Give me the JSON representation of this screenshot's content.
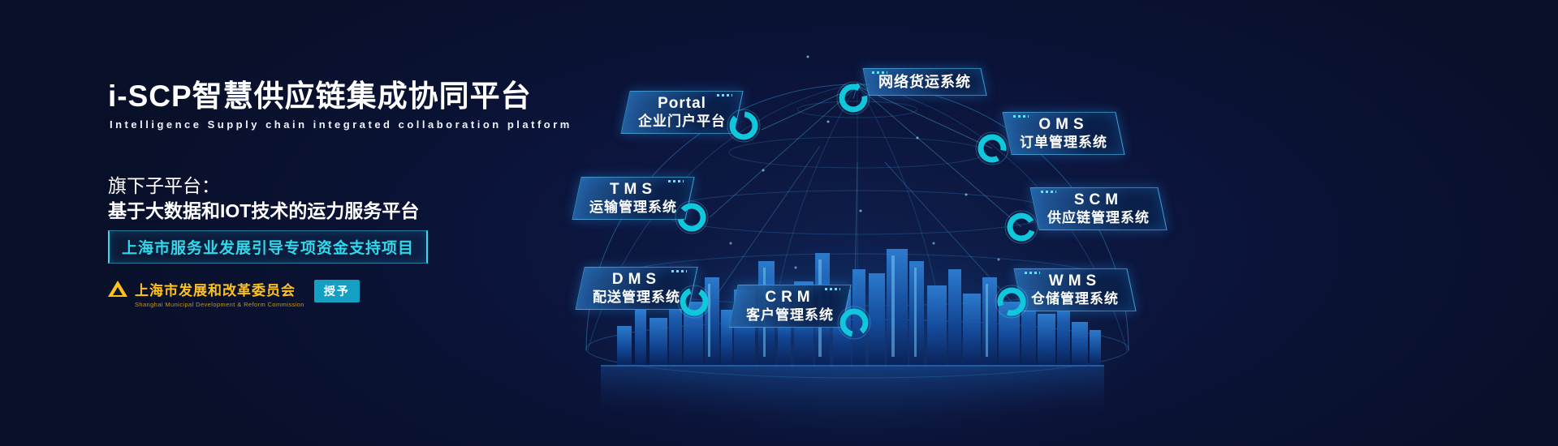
{
  "hero": {
    "title": "i-SCP智慧供应链集成协同平台",
    "subtitle": "Intelligence Supply chain integrated collaboration platform",
    "sub_platform_label": "旗下子平台：",
    "sub_platform_name": "基于大数据和IOT技术的运力服务平台",
    "project_badge": "上海市服务业发展引导专项资金支持项目",
    "issuer": {
      "name": "上海市发展和改革委员会",
      "name_en": "Shanghai Municipal Development & Reform Commission",
      "award_label": "授予"
    }
  },
  "network": {
    "nodes": [
      {
        "id": "portal",
        "line1": "Portal",
        "line2": "企业门户平台"
      },
      {
        "id": "freight",
        "line1": "",
        "line2": "网络货运系统"
      },
      {
        "id": "oms",
        "line1": "OMS",
        "line2": "订单管理系统"
      },
      {
        "id": "tms",
        "line1": "TMS",
        "line2": "运输管理系统"
      },
      {
        "id": "scm",
        "line1": "SCM",
        "line2": "供应链管理系统"
      },
      {
        "id": "dms",
        "line1": "DMS",
        "line2": "配送管理系统"
      },
      {
        "id": "crm",
        "line1": "CRM",
        "line2": "客户管理系统"
      },
      {
        "id": "wms",
        "line1": "WMS",
        "line2": "仓储管理系统"
      }
    ]
  },
  "colors": {
    "background": "#0b1338",
    "accent_cyan": "#2fd8ea",
    "ring_teal": "#10c8dc",
    "gold": "#ffc21c",
    "plate_border": "#5ad2ff"
  }
}
